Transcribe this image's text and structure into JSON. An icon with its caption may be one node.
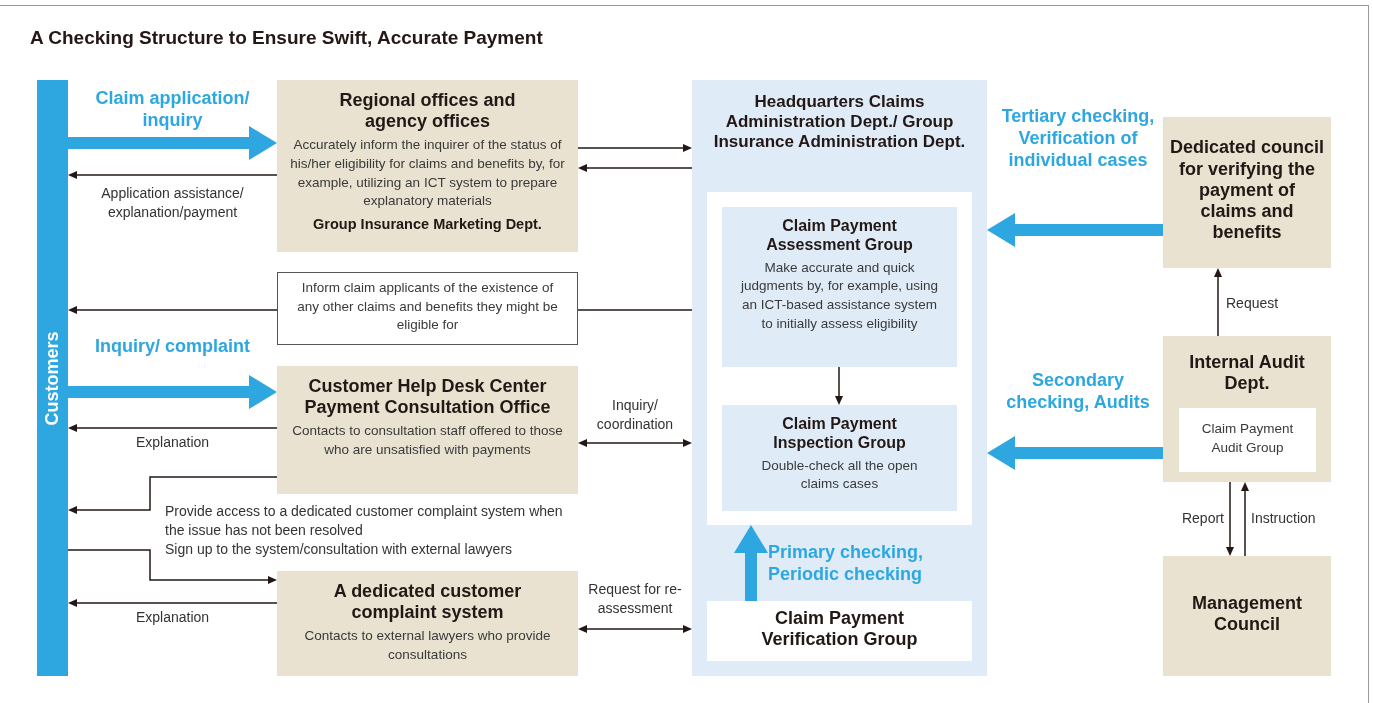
{
  "diagram": {
    "title": "A Checking Structure to Ensure Swift, Accurate Payment",
    "nodes": [
      {
        "text": [
          "Customers"
        ]
      },
      {
        "text": [
          "Regional offices and agency offices",
          "Accurately inform the inquirer of the status of his/her eligibility for claims and benefits by, for example, utilizing an ICT system to prepare explanatory materials",
          "Group Insurance Marketing Dept."
        ]
      },
      {
        "text": [
          "Inform claim applicants of the existence of any other claims and benefits they might be eligible for"
        ]
      },
      {
        "text": [
          "Customer Help Desk Center Payment Consultation Office",
          "Contacts to consultation staff offered to those who are unsatisfied with payments"
        ]
      },
      {
        "text": [
          "A dedicated customer complaint system",
          "Contacts to external lawyers who provide consultations"
        ]
      },
      {
        "text": [
          "Headquarters Claims Administration Dept./ Group Insurance Administration Dept."
        ]
      },
      {
        "text": [],
        "shape": "box",
        "in": 5
      },
      {
        "text": [
          "Claim Payment Assessment Group",
          "Make accurate and quick judgments by, for example, using an ICT-based assistance system to initially assess eligibility"
        ],
        "in": 6
      },
      {
        "text": [
          "Claim Payment Inspection Group",
          "Double-check all the open claims cases"
        ],
        "in": 6
      },
      {
        "text": [
          "Claim Payment Verification Group"
        ],
        "in": 5
      },
      {
        "text": [
          "Dedicated council for verifying the payment of claims and benefits"
        ]
      },
      {
        "text": [
          "Internal Audit Dept."
        ]
      },
      {
        "text": [
          "Claim Payment Audit Group"
        ],
        "in": 11
      },
      {
        "text": [
          "Management Council"
        ]
      }
    ],
    "edges": [
      {
        "from": 0,
        "to": 1,
        "arrow": "to",
        "label": "Claim application/ inquiry",
        "style": "thick",
        "color": "#2ea7e0"
      },
      {
        "from": 1,
        "to": 0,
        "arrow": "to",
        "label": "Application assistance/ explanation/payment"
      },
      {
        "from": 1,
        "to": 5,
        "arrow": "to"
      },
      {
        "from": 5,
        "to": 1,
        "arrow": "to"
      },
      {
        "from": 5,
        "to": 2,
        "arrow": "none"
      },
      {
        "from": 2,
        "to": 0,
        "arrow": "to"
      },
      {
        "from": 0,
        "to": 3,
        "arrow": "to",
        "label": "Inquiry/ complaint",
        "style": "thick",
        "color": "#2ea7e0"
      },
      {
        "from": 3,
        "to": 0,
        "arrow": "to",
        "label": "Explanation"
      },
      {
        "from": 3,
        "to": 0,
        "arrow": "to",
        "label": "Provide access to a dedicated customer complaint system when the issue has not been resolved"
      },
      {
        "from": 0,
        "to": 4,
        "arrow": "to",
        "label": "Sign up to the system/consultation with external lawyers"
      },
      {
        "from": 4,
        "to": 0,
        "arrow": "to",
        "label": "Explanation"
      },
      {
        "from": 3,
        "to": 5,
        "arrow": "both",
        "label": "Inquiry/ coordination"
      },
      {
        "from": 4,
        "to": 5,
        "arrow": "both",
        "label": "Request for re-assessment"
      },
      {
        "from": 7,
        "to": 8,
        "arrow": "to"
      },
      {
        "from": 9,
        "to": 6,
        "arrow": "to",
        "label": "Primary checking, Periodic checking",
        "style": "thick",
        "color": "#2ea7e0"
      },
      {
        "from": 10,
        "to": 5,
        "arrow": "to",
        "label": "Tertiary checking, Verification of individual cases",
        "style": "thick",
        "color": "#2ea7e0"
      },
      {
        "from": 11,
        "to": 5,
        "arrow": "to",
        "label": "Secondary checking, Audits",
        "style": "thick",
        "color": "#2ea7e0"
      },
      {
        "from": 11,
        "to": 10,
        "arrow": "to",
        "label": "Request"
      },
      {
        "from": 11,
        "to": 13,
        "arrow": "to",
        "label": "Report"
      },
      {
        "from": 13,
        "to": 11,
        "arrow": "to",
        "label": "Instruction"
      }
    ]
  }
}
